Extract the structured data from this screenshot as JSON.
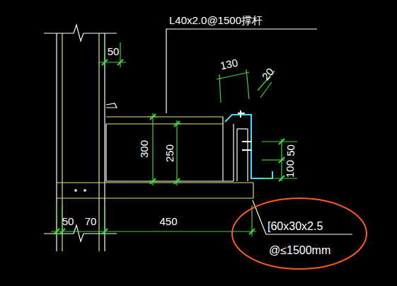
{
  "diagram": {
    "nodes": [
      {
        "text": [
          "[60x30x2.5",
          "@≤1500mm"
        ]
      }
    ],
    "labels": [
      "L40x2.0@1500撑杆",
      "50",
      "130",
      "20",
      "300",
      "250",
      "50",
      "100",
      "50",
      "70",
      "450"
    ]
  }
}
